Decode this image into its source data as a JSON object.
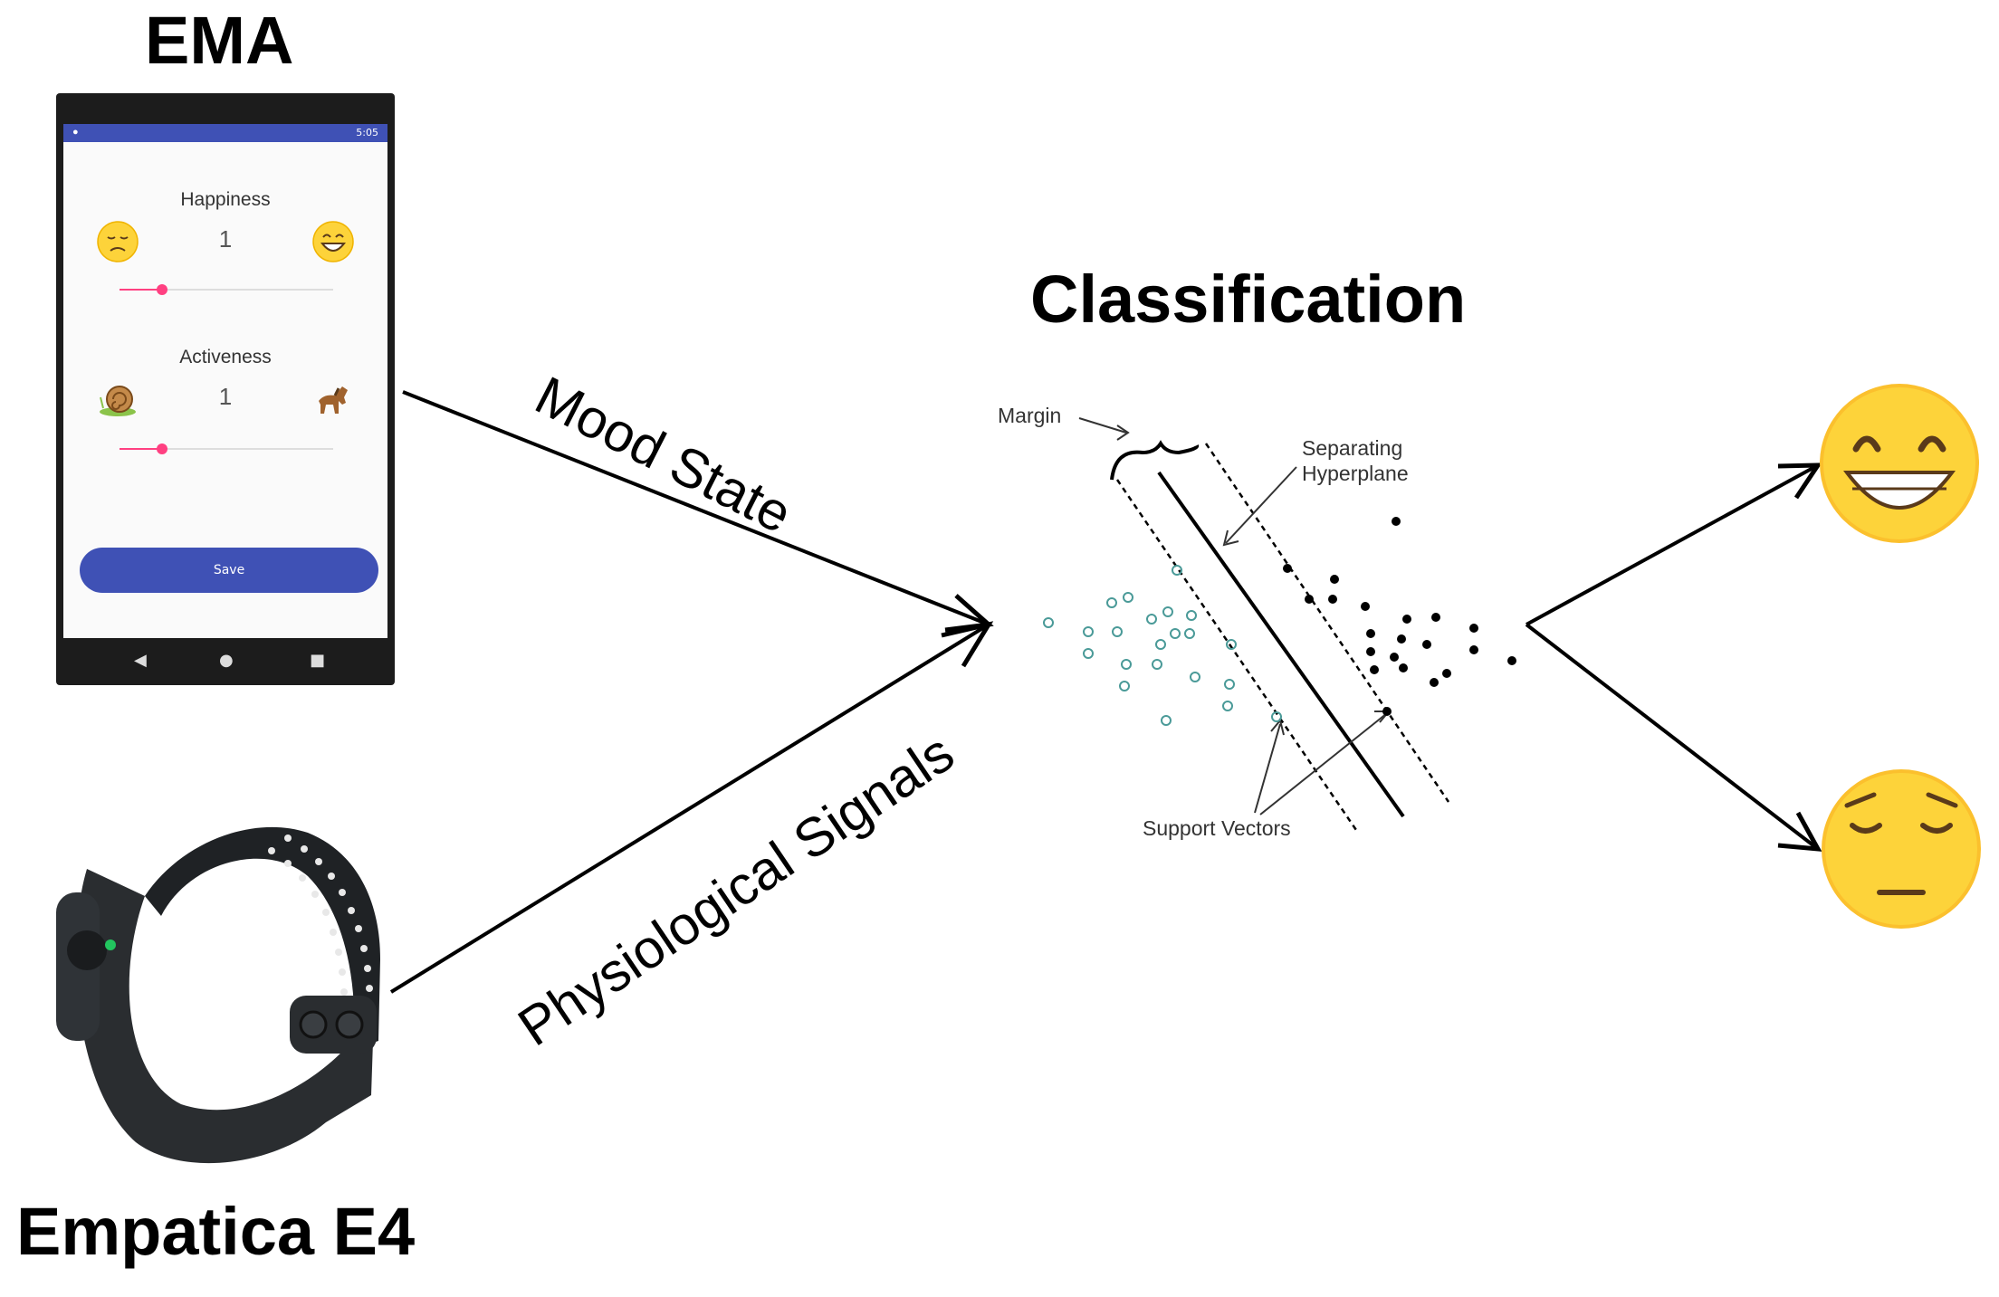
{
  "titles": {
    "ema": "EMA",
    "empatica": "Empatica E4",
    "classification": "Classification"
  },
  "phone": {
    "status_time": "5:05",
    "questions": [
      {
        "label": "Happiness",
        "value": "1",
        "left_icon": "sad-face-icon",
        "right_icon": "grinning-face-icon",
        "slider_fraction": 0.2
      },
      {
        "label": "Activeness",
        "value": "1",
        "left_icon": "snail-icon",
        "right_icon": "horse-icon",
        "slider_fraction": 0.2
      }
    ],
    "save_label": "Save",
    "accent_color": "#3f51b5",
    "slider_color": "#ff4081"
  },
  "edges": {
    "mood_state": "Mood State",
    "physiological_signals": "Physiological Signals"
  },
  "svm": {
    "margin_label": "Margin",
    "hyperplane_label_1": "Separating",
    "hyperplane_label_2": "Hyperplane",
    "support_vectors_label": "Support Vectors"
  },
  "outputs": [
    {
      "icon": "grinning-face-icon"
    },
    {
      "icon": "pensive-face-icon"
    }
  ],
  "device": {
    "icon": "wristband-icon",
    "led_color": "#22c55e"
  }
}
